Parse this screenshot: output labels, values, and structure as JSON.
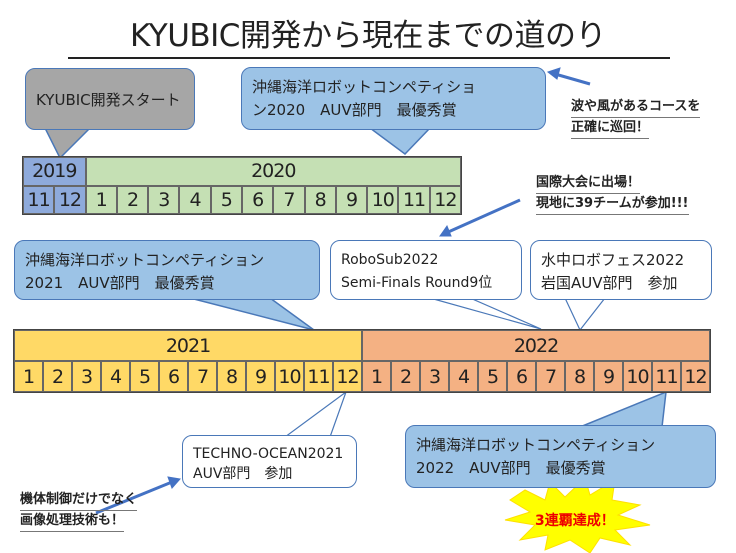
{
  "title": "KYUBIC開発から現在までの道のり",
  "callouts": {
    "start": "KYUBIC開発スタート",
    "okinawa2020": {
      "line1": "沖縄海洋ロボットコンペティショ",
      "line2": "ン2020　AUV部門　最優秀賞"
    },
    "okinawa2021": {
      "line1": "沖縄海洋ロボットコンペティション",
      "line2": "2021　AUV部門　最優秀賞"
    },
    "robosub": {
      "line1": "RoboSub2022",
      "line2": "Semi-Finals Round9位"
    },
    "suichu": {
      "line1": "水中ロボフェス2022",
      "line2": "岩国AUV部門　参加"
    },
    "techno": {
      "line1": "TECHNO-OCEAN2021",
      "line2": "AUV部門　参加"
    },
    "okinawa2022": {
      "line1": "沖縄海洋ロボットコンペティション",
      "line2": "2022　AUV部門　最優秀賞"
    }
  },
  "notes": {
    "wave": {
      "line1": "波や風があるコースを",
      "line2": "正確に巡回！"
    },
    "intl": {
      "line1": "国際大会に出場！",
      "line2": "現地に39チームが参加!!!"
    },
    "vision": {
      "line1": "機体制御だけでなく",
      "line2": "画像処理技術も！"
    }
  },
  "burst": "3連覇達成！",
  "timeline1": {
    "years": [
      {
        "label": "2019",
        "months": [
          "11",
          "12"
        ],
        "color": "#8eaadb"
      },
      {
        "label": "2020",
        "months": [
          "1",
          "2",
          "3",
          "4",
          "5",
          "6",
          "7",
          "8",
          "9",
          "10",
          "11",
          "12"
        ],
        "color": "#c5e0b4"
      }
    ]
  },
  "timeline2": {
    "years": [
      {
        "label": "2021",
        "months": [
          "1",
          "2",
          "3",
          "4",
          "5",
          "6",
          "7",
          "8",
          "9",
          "10",
          "11",
          "12"
        ],
        "color": "#ffd966"
      },
      {
        "label": "2022",
        "months": [
          "1",
          "2",
          "3",
          "4",
          "5",
          "6",
          "7",
          "8",
          "9",
          "10",
          "11",
          "12"
        ],
        "color": "#f4b183"
      }
    ]
  }
}
